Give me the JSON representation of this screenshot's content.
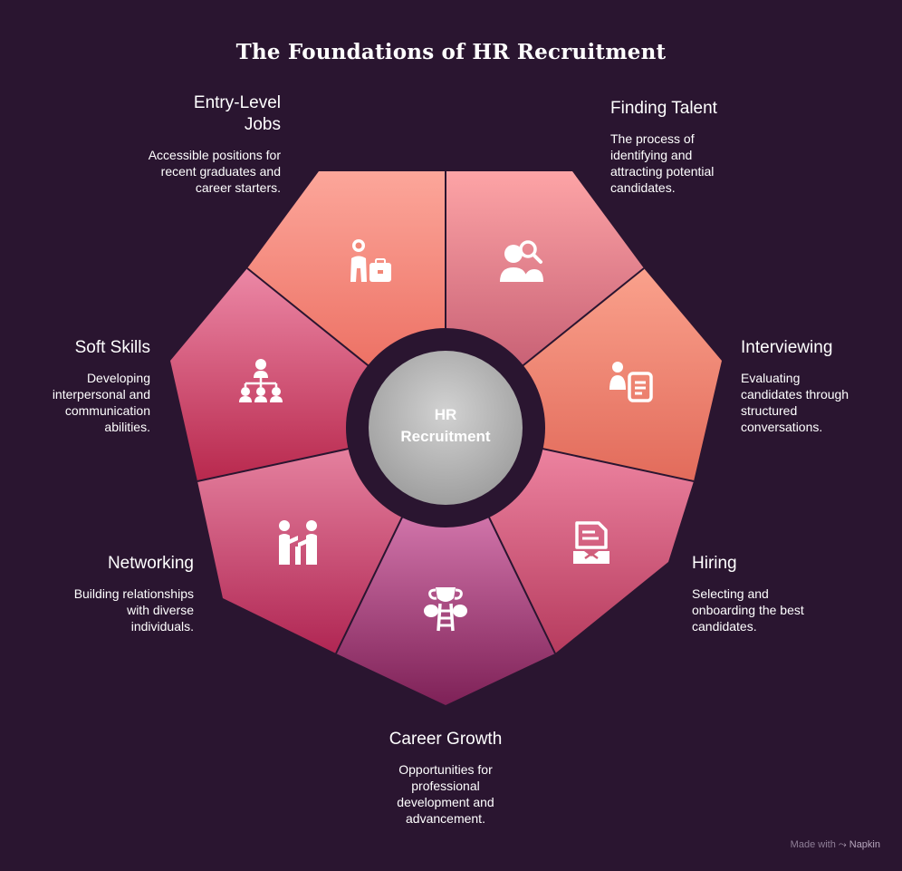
{
  "title": "The Foundations of HR Recruitment",
  "center": {
    "line1": "HR",
    "line2": "Recruitment"
  },
  "segments": [
    {
      "id": "entry-level-jobs",
      "title_lines": [
        "Entry-Level",
        "Jobs"
      ],
      "description": "Accessible positions for recent graduates and career starters.",
      "icon": "person-briefcase-icon"
    },
    {
      "id": "finding-talent",
      "title_lines": [
        "Finding Talent"
      ],
      "description": "The process of identifying and attracting potential candidates.",
      "icon": "people-search-icon"
    },
    {
      "id": "interviewing",
      "title_lines": [
        "Interviewing"
      ],
      "description": "Evaluating candidates through structured conversations.",
      "icon": "interview-document-icon"
    },
    {
      "id": "hiring",
      "title_lines": [
        "Hiring"
      ],
      "description": "Selecting and onboarding the best candidates.",
      "icon": "contract-handshake-icon"
    },
    {
      "id": "career-growth",
      "title_lines": [
        "Career Growth"
      ],
      "description": "Opportunities for professional development and advancement.",
      "icon": "trophy-ladder-icon"
    },
    {
      "id": "networking",
      "title_lines": [
        "Networking"
      ],
      "description": "Building relationships with diverse individuals.",
      "icon": "people-connecting-icon"
    },
    {
      "id": "soft-skills",
      "title_lines": [
        "Soft Skills"
      ],
      "description": "Developing interpersonal and communication abilities.",
      "icon": "team-hierarchy-icon"
    }
  ],
  "watermark": {
    "prefix": "Made with",
    "brand": "Napkin"
  },
  "colors": {
    "background": "#2a1530",
    "ring": "#2a1530",
    "center_fill": "#bdbdbd",
    "divider": "#2a1530"
  }
}
